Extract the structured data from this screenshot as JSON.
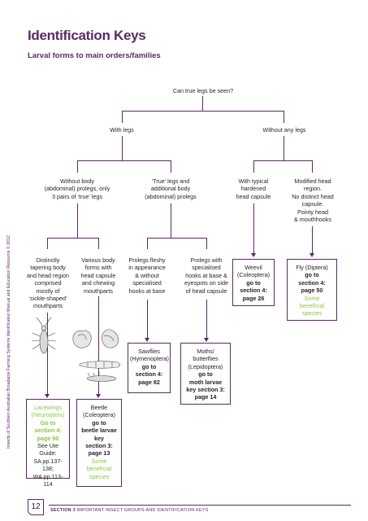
{
  "sidebar": {
    "text": "Insects of Southern Australian Broadacre Farming Systems Identification Manual and Education Resource © 2012"
  },
  "header": {
    "title": "Identification Keys",
    "subtitle": "Larval forms to main orders/families"
  },
  "key": {
    "question": "Can true legs be seen?",
    "with_legs": "With legs",
    "without_legs": "Without any legs",
    "c1": [
      "Without body",
      "(abdominal) prolegs, only",
      "3 pairs of ‘true’ legs"
    ],
    "c2": [
      "‘True’ legs and",
      "additional body",
      "(abdominal) prolegs"
    ],
    "c3": [
      "With typical",
      "hardened",
      "head capsule"
    ],
    "c4": [
      "Modified head",
      "region.",
      "No distinct head",
      "capsule.",
      "Pointy head",
      "& mouthhooks"
    ],
    "d1": [
      "Distinctly",
      "tapering body",
      "and head region",
      "comprised",
      "mostly of",
      "‘sickle-shaped’",
      "mouthparts"
    ],
    "d2": [
      "Various body",
      "forms with",
      "head capsule",
      "and chewing",
      "mouthparts"
    ],
    "d3": [
      "Prolegs fleshy",
      "in appearance",
      "& without",
      "specialised",
      "hooks at base"
    ],
    "d4": [
      "Prolegs with",
      "specialised",
      "hooks at base &",
      "eyespots on side",
      "of head capsule"
    ],
    "weevil": {
      "l1": "Weevil",
      "l2": "(Coleoptera)",
      "l3": "go to",
      "l4": "section 4:",
      "l5": "page 26"
    },
    "fly": {
      "l1": "Fly (Diptera)",
      "l2": "go to",
      "l3": "section 4:",
      "l4": "page 50",
      "l5": "Some",
      "l6": "beneficial",
      "l7": "species"
    },
    "sawflies": {
      "l1": "Sawflies",
      "l2": "(Hymenoptera)",
      "l3": "go to",
      "l4": "section 4:",
      "l5": "page 82"
    },
    "moths": {
      "l1": "Moths/",
      "l2": "butterflies",
      "l3": "(Lepidoptera)",
      "l4": "go to",
      "l5": "moth larvae",
      "l6": "key section 3:",
      "l7": "page 14"
    },
    "lacewings": {
      "l1": "Lacewings",
      "l2": "(Neuroptera)",
      "l3": "Go to",
      "l4": "section 4:",
      "l5": "page 90",
      "l6": "See Ute Guide:",
      "l7": "SA pp.137-138;",
      "l8": "WA pp.113-114"
    },
    "beetle": {
      "l1": "Beetle",
      "l2": "(Coleoptera)",
      "l3": "go to",
      "l4": "beetle larvae",
      "l5": "key",
      "l6": "section 3:",
      "l7": "page 13",
      "l8": "Some",
      "l9": "beneficial",
      "l10": "species"
    }
  },
  "footer": {
    "page_number": "12",
    "section_label": "SECTION 3",
    "section_title": "IMPORTANT INSECT GROUPS AND IDENTIFICATION KEYS"
  },
  "colors": {
    "purple": "#5b2a63",
    "green": "#8cc63e"
  }
}
